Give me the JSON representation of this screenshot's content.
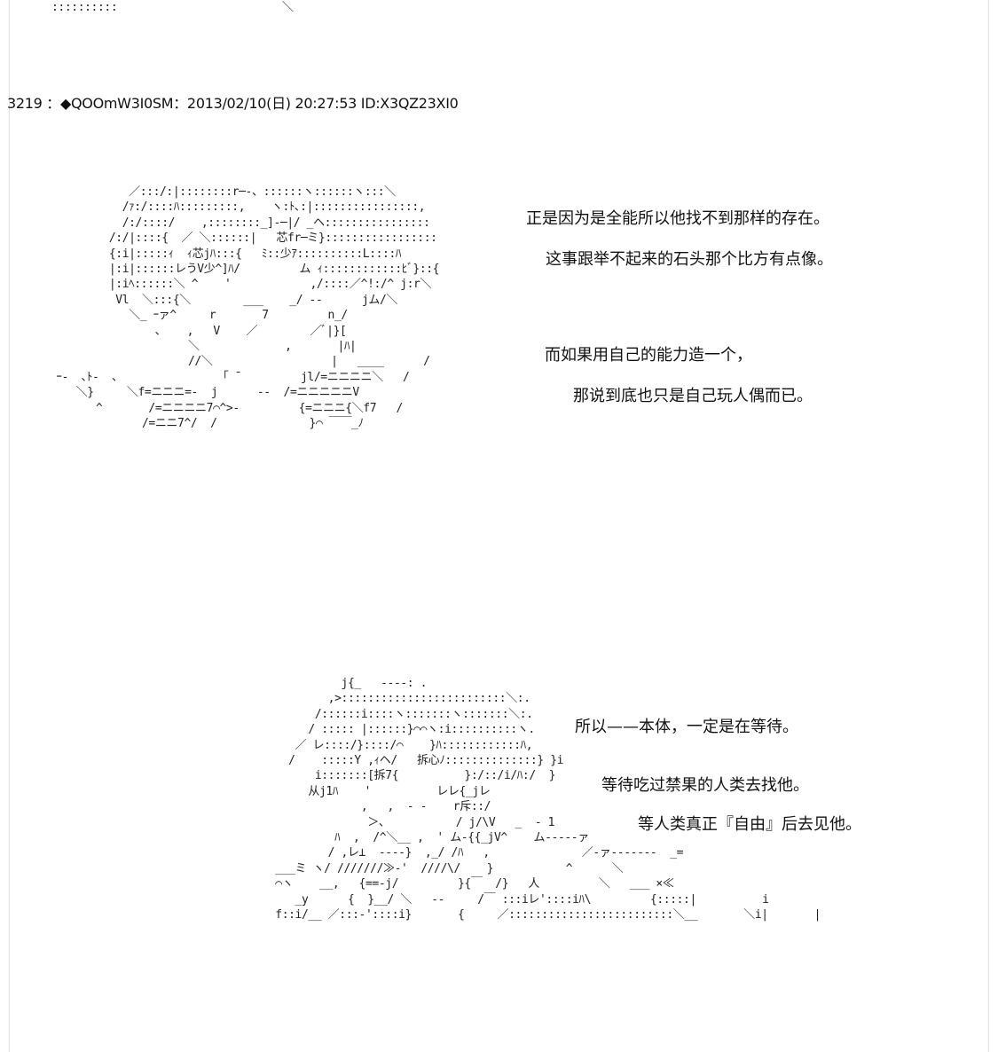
{
  "post": {
    "number": "3219",
    "separator": "：",
    "name": "◆QOOmW3I0SM",
    "date": "2013/02/10(日) 20:27:53",
    "id": "ID:X3QZ23XI0",
    "header_text": "3219 ：◆QOOmW3I0SM：2013/02/10(日) 20:27:53 ID:X3QZ23XI0"
  },
  "art": {
    "top_fragment": "::::::::::                         ＼",
    "scene1": "            ／:::/:|::::::::r─‐、::::::ヽ::::::ヽ:::＼\n           /ｧ:/::::ﾊ:::::::::,    ヽ:ﾄ､:|::::::::::::::::,\n           /:/::::/    ,::::::::_]‐─|/ _ヘ::::::::::::::::\n         /:/|::::{  ／ ＼::::::|   芯fr─ミ}:::::::::::::::::\n         {:i|:::::ｨ  ｨ芯jﾊ:::{   ﾐ::少ｱ::::::::::L::::ﾊ\n         |:i|::::::レうV少^]ﾊ/         ム ｨ::::::::::::ﾋﾞ}::{\n         |:iﾍ::::::＼ ^    '            ,/::::／^!:/^ j:r＼\n          Vl  ＼:::{＼        ___    _/ ‐‐      jム/＼\n            ＼_ ｰァ^     r       7         n_/\n                ､    ,   V    ／        ／ﾞ|}[\n                     ＼             ,       |ﾊ|\n                     //＼                  |   ____      /\n ｰ‐  ､ﾄ‐  ､                ｢ ˉ         jl/=ニニニニ＼   /\n    ＼}     ＼f=ニニニ=-  j      ‐‐  /=ニニニニニV\n       ^       /=ニニニニ7⌒^>‐         {=ニニニ{＼f7   /\n              /=ニニ7^/  /              }⌒ ￣￣_ﾉ",
    "scene2": "                    j{_   ----: .\n                  ,>:::::::::::::::::::::::::＼:.\n                /::::::i::::ヽ:::::::ヽ:::::::＼:.\n               / ::::: |::::::}⌒⌒ヽ:i::::::::::ヽ.\n             ／ レ::::/}::::/⌒    }ﾊ::::::::::::ﾊ,\n            /    :::::Y ,ｨヘ/   拆心ﾉ::::::::::::::} }i\n                i:::::::[拆7{          }:/::/i/ﾊ:/  }\n               从j1ﾊ    '          レレ{_jレ\n                       ,   ,  - ‐    r斥::/\n                        ＞、          / j/\\V   _  - 1\n                   ﾊ  ,  /^＼__ ,  ' ム-{{_jV^    ム--‐‐‐ァ\n                  / ,レ⊥  ----}  ,_/ /ﾊ   ,              ／-ァ‐‐-----  _=\n          ___ミ ヽ/ ///////≫‐'  ////\\/    }           ^      ＼\n          ⌒ヽ    __,   {==‐j/         }{￣  /}   人         ＼   ___ ×≪\n             _y      {  }__/ ＼   -‐     /￣ :::iレ'::::iﾊ\\         {:::::|          i\n          f::i/__ ／:::‐'::::i}       {     ／:::::::::::::::::::::::::＼__       ＼i|       |"
  },
  "text_block_1": {
    "line1": "正是因为是全能所以他找不到那样的存在。",
    "line2": "这事跟举不起来的石头那个比方有点像。",
    "line3": "而如果用自己的能力造一个，",
    "line4": "那说到底也只是自己玩人偶而已。"
  },
  "text_block_2": {
    "line1": "所以——本体，一定是在等待。",
    "line2": "等待吃过禁果的人类去找他。",
    "line3": "等人类真正『自由』后去见他。"
  }
}
